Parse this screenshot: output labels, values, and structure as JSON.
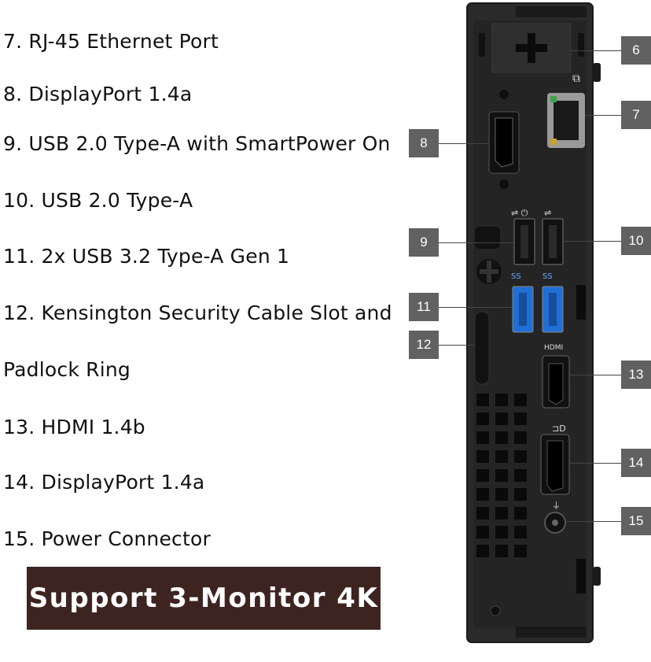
{
  "port_list": [
    "7. RJ-45 Ethernet Port",
    "8. DisplayPort 1.4a",
    "9. USB 2.0 Type-A with SmartPower On",
    "10. USB 2.0 Type-A",
    "11. 2x USB 3.2 Type-A Gen 1",
    "12. Kensington Security Cable Slot and",
    "Padlock Ring",
    "13. HDMI 1.4b",
    "14. DisplayPort 1.4a",
    "15. Power Connector"
  ],
  "banner": "Support 3-Monitor 4K",
  "callouts": [
    "6",
    "7",
    "8",
    "9",
    "10",
    "11",
    "12",
    "13",
    "14",
    "15"
  ],
  "port_marks": {
    "hdmi": "HDMI",
    "ss_left": "SS",
    "ss_right": "SS"
  },
  "colors": {
    "banner_bg": "#3d2420",
    "callout_bg": "#616161",
    "chassis": "#2a2a2a",
    "usb3_blue": "#1f6fd6"
  }
}
